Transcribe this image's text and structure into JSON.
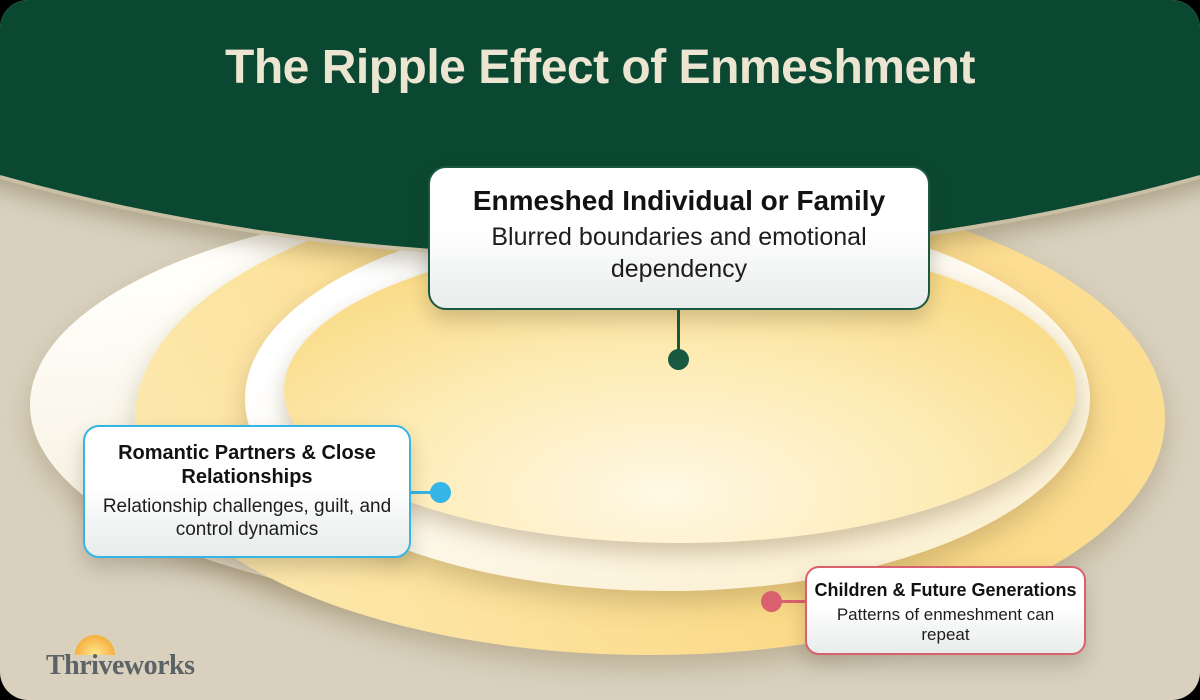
{
  "header": {
    "title": "The Ripple Effect of Enmeshment"
  },
  "callouts": [
    {
      "title": "Enmeshed Individual or Family",
      "body": "Blurred boundaries and emotional dependency",
      "accent": "#1a5941"
    },
    {
      "title": "Romantic Partners & Close Relationships",
      "body": "Relationship challenges, guilt, and control dynamics",
      "accent": "#35b5e5"
    },
    {
      "title": "Children & Future Generations",
      "body": "Patterns of enmeshment can repeat",
      "accent": "#d9606e"
    }
  ],
  "logo": {
    "text": "Thriveworks"
  },
  "colors": {
    "header_green": "#0b4831",
    "title_cream": "#ece5d2",
    "background_tan": "#d9d1be",
    "ripple_gold": "#fbd985",
    "ripple_cream": "#fbf0d2",
    "ripple_ivory": "#f7f1e1"
  }
}
